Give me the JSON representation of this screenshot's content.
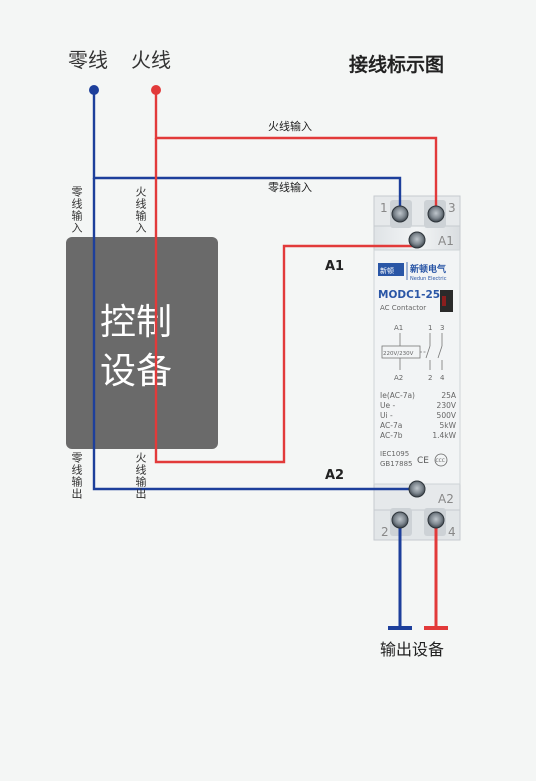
{
  "header": {
    "neutral_label": "零线",
    "live_label": "火线",
    "title": "接线标示图"
  },
  "wires": {
    "live_input_label": "火线输入",
    "neutral_input_label": "零线输入",
    "a1_label": "A1",
    "a2_label": "A2",
    "neutral_color": "#1d3f9b",
    "live_color": "#e23a3a"
  },
  "control_device": {
    "label_line1": "控制",
    "label_line2": "设备",
    "neutral_in": "零线输入",
    "live_in": "火线输入",
    "neutral_out": "零线输出",
    "live_out": "火线输出",
    "fill_color": "#6a6a6a"
  },
  "contactor": {
    "terminal_1": "1",
    "terminal_3": "3",
    "terminal_2": "2",
    "terminal_4": "4",
    "coil_a1": "A1",
    "coil_a2": "A2",
    "brand_logo": "新顿",
    "brand_name": "新顿电气",
    "brand_sub": "Nedun Electric",
    "model": "MODC1-25",
    "type": "AC Contactor",
    "diag_a1": "A1",
    "diag_a2": "A2",
    "diag_1": "1",
    "diag_3": "3",
    "diag_2": "2",
    "diag_4": "4",
    "coil_voltage": "220V/230V",
    "specs": [
      {
        "k": "Ie(AC-7a)",
        "v": "25A"
      },
      {
        "k": "Ue -",
        "v": "230V"
      },
      {
        "k": "Ui -",
        "v": "500V"
      },
      {
        "k": "AC-7a",
        "v": "5kW"
      },
      {
        "k": "AC-7b",
        "v": "1.4kW"
      }
    ],
    "std_1": "IEC1095",
    "std_2": "GB17885",
    "ce_mark": "CE",
    "ccc_mark": "CCC"
  },
  "output": {
    "label": "输出设备"
  }
}
